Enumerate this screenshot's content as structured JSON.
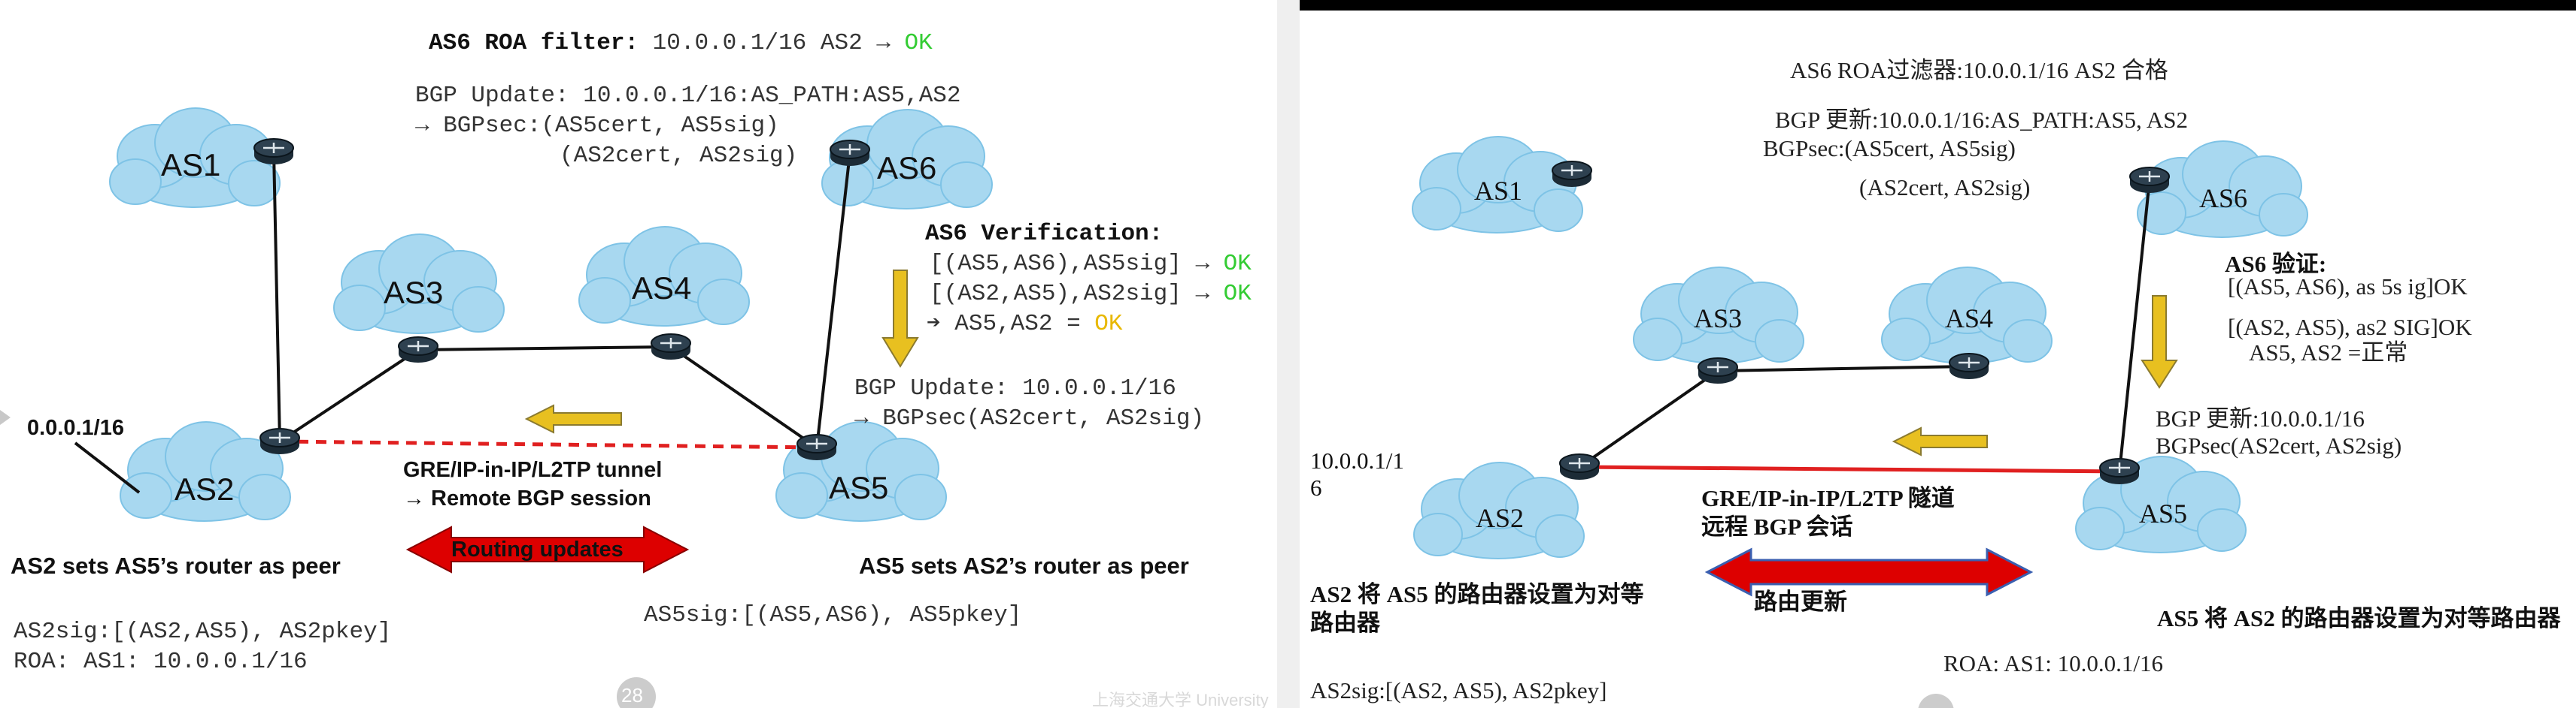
{
  "colors": {
    "cloud_fill": "#a8d8f0",
    "cloud_stroke": "#7ec3e6",
    "router": "#1c2b36",
    "tunnel_dashed": "#e02020",
    "tunnel_solid": "#e02020",
    "arrow_red": "#dd0000",
    "arrow_yellow": "#e8c020",
    "ok_green": "#33cc33",
    "ok_gold": "#e8b800"
  },
  "left": {
    "as6_filter_label": "AS6 ROA filter:",
    "as6_filter_text": " 10.0.0.1/16 AS2 → ",
    "as6_filter_ok": "OK",
    "bgp_update_line1": "BGP Update: 10.0.0.1/16:AS_PATH:AS5,AS2",
    "bgp_update_line2": "→ BGPsec:(AS5cert, AS5sig)",
    "bgp_update_line3": "(AS2cert, AS2sig)",
    "as6_verification_title": "AS6 Verification:",
    "verif_line1": "[(AS5,AS6),AS5sig] → ",
    "verif_line1_ok": "OK",
    "verif_line2": "[(AS2,AS5),AS2sig] → ",
    "verif_line2_ok": "OK",
    "verif_line3": "➔ AS5,AS2 = ",
    "verif_line3_ok": "OK",
    "bgp_update2_line1": "BGP Update: 10.0.0.1/16",
    "bgp_update2_line2": "→ BGPsec(AS2cert, AS2sig)",
    "prefix_label": "0.0.0.1/16",
    "tunnel_line1": "GRE/IP-in-IP/L2TP tunnel",
    "tunnel_line2": "→ Remote BGP session",
    "routing_updates": "Routing updates",
    "as2_peer_caption": "AS2 sets AS5’s router as peer",
    "as5_peer_caption": "AS5 sets AS2’s router as peer",
    "as5sig": "AS5sig:[(AS5,AS6), AS5pkey]",
    "as2sig": "AS2sig:[(AS2,AS5), AS2pkey]",
    "roa": "ROA: AS1: 10.0.0.1/16",
    "page_number": "28",
    "watermark": "上海交通大学 University",
    "clouds": {
      "as1": "AS1",
      "as2": "AS2",
      "as3": "AS3",
      "as4": "AS4",
      "as5": "AS5",
      "as6": "AS6"
    }
  },
  "right": {
    "as6_filter": "AS6 ROA过滤器:10.0.0.1/16 AS2 合格",
    "bgp_update_line1": "BGP 更新:10.0.0.1/16:AS_PATH:AS5, AS2",
    "bgp_update_line2": "BGPsec:(AS5cert, AS5sig)",
    "bgp_update_line3": "(AS2cert, AS2sig)",
    "as6_verification_title": "AS6 验证:",
    "verif_line1": "[(AS5, AS6), as 5s ig]OK",
    "verif_line2": "[(AS2, AS5), as2 SIG]OK",
    "verif_line3": "AS5, AS2 =正常",
    "bgp_update2_line1": "BGP 更新:10.0.0.1/16",
    "bgp_update2_line2": "BGPsec(AS2cert, AS2sig)",
    "prefix_line1": "10.0.0.1/1",
    "prefix_line2": "6",
    "tunnel_line1": "GRE/IP-in-IP/L2TP 隧道",
    "tunnel_line2": "远程 BGP 会话",
    "routing_updates": "路由更新",
    "as2_peer_caption_line1": "AS2 将 AS5 的路由器设置为对等",
    "as2_peer_caption_line2": "路由器",
    "as5_peer_caption": "AS5 将 AS2 的路由器设置为对等路由器",
    "roa": "ROA: AS1: 10.0.0.1/16",
    "as2sig": "AS2sig:[(AS2, AS5), AS2pkey]",
    "clouds": {
      "as1": "AS1",
      "as2": "AS2",
      "as3": "AS3",
      "as4": "AS4",
      "as5": "AS5",
      "as6": "AS6"
    }
  }
}
